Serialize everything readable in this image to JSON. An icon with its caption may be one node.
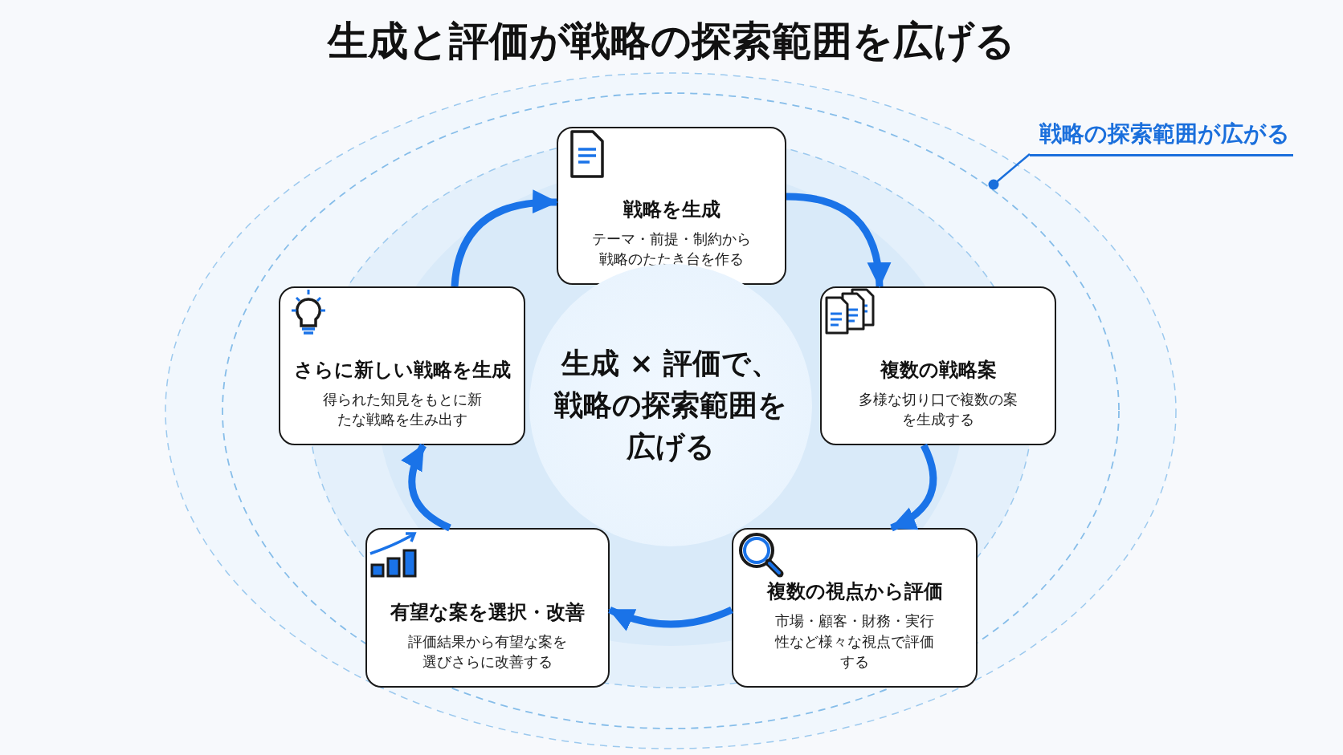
{
  "diagram": {
    "title": "生成と評価が戦略の探索範囲を広げる",
    "nodes": [
      {
        "text": [],
        "shape": "ellipse"
      },
      {
        "text": [
          "戦略を生成",
          "テーマ・前提・制約から戦略のたたき台を作る"
        ],
        "in": 0
      },
      {
        "text": [
          "複数の戦略案",
          "多様な切り口で複数の案を生成する"
        ],
        "in": 0
      },
      {
        "text": [
          "複数の視点から評価",
          "市場・顧客・財務・実行性など様々な視点で評価する"
        ],
        "in": 0
      },
      {
        "text": [
          "有望な案を選択・改善",
          "評価結果から有望な案を選びさらに改善する"
        ],
        "in": 0
      },
      {
        "text": [
          "さらに新しい戦略を生成",
          "得られた知見をもとに新たな戦略を生み出す"
        ],
        "in": 0
      },
      {
        "text": [
          "生成 × 評価で、戦略の探索範囲を広げる"
        ],
        "in": 0
      },
      {
        "text": [
          "戦略の探索範囲が広がる"
        ]
      }
    ],
    "edges": [
      {
        "from": 1,
        "to": 2,
        "arrow": "to"
      },
      {
        "from": 2,
        "to": 3,
        "arrow": "to"
      },
      {
        "from": 3,
        "to": 4,
        "arrow": "to"
      },
      {
        "from": 4,
        "to": 5,
        "arrow": "to"
      },
      {
        "from": 5,
        "to": 1,
        "arrow": "to"
      },
      {
        "from": 7,
        "to": 0,
        "arrow": "other"
      }
    ]
  }
}
